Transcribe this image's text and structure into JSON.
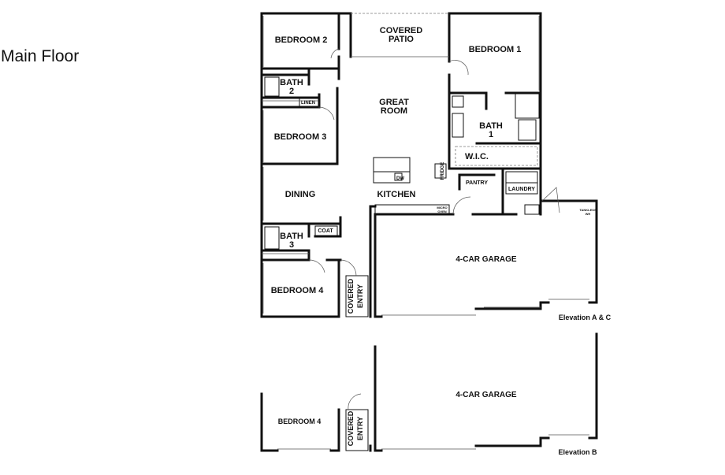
{
  "page_title": "Main Floor",
  "rooms": {
    "bedroom_2": "BEDROOM 2",
    "covered_patio_line1": "COVERED",
    "covered_patio_line2": "PATIO",
    "bedroom_1": "BEDROOM 1",
    "bath_2_line1": "BATH",
    "bath_2_line2": "2",
    "linen": "LINEN",
    "great_room_line1": "GREAT",
    "great_room_line2": "ROOM",
    "bath_1_line1": "BATH",
    "bath_1_line2": "1",
    "bedroom_3": "BEDROOM 3",
    "wic": "W.I.C.",
    "dw": "DW",
    "fridge": "FRIDGE",
    "pantry": "PANTRY",
    "laundry": "LAUNDRY",
    "dining": "DINING",
    "kitchen": "KITCHEN",
    "micro_oven_line1": "MICRO",
    "micro_oven_line2": "OVEN",
    "tankless_line1": "TANKLESS",
    "tankless_line2": "WH",
    "bath_3_line1": "BATH",
    "bath_3_line2": "3",
    "coat": "COAT",
    "garage_4car": "4-CAR GARAGE",
    "bedroom_4": "BEDROOM 4",
    "covered_entry_line1": "COVERED",
    "covered_entry_line2": "ENTRY"
  },
  "elevations": {
    "a_c": "Elevation A & C",
    "b": "Elevation B"
  },
  "alt_rooms": {
    "bedroom_4": "BEDROOM 4",
    "covered_entry_line1": "COVERED",
    "covered_entry_line2": "ENTRY",
    "garage_4car": "4-CAR GARAGE"
  }
}
